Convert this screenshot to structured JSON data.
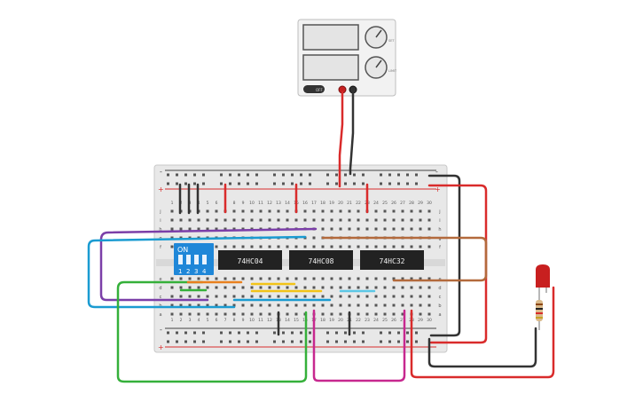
{
  "power_supply": {
    "name": "power-supply",
    "voltage_display": "",
    "current_display": "",
    "voltage_unit_label": "SET",
    "current_unit_label": "LIMIT",
    "power_button_label": "OFF"
  },
  "breadboard": {
    "columns": 30,
    "row_letters_top": [
      "j",
      "i",
      "h",
      "g",
      "f"
    ],
    "row_letters_bottom": [
      "e",
      "d",
      "c",
      "b",
      "a"
    ],
    "rail_plus_label": "+",
    "rail_minus_label": "-"
  },
  "dip_switch": {
    "on_label": "ON",
    "numbers": [
      "1",
      "2",
      "3",
      "4"
    ]
  },
  "chips": [
    {
      "id": "chip-1",
      "label": "74HC04"
    },
    {
      "id": "chip-2",
      "label": "74HC08"
    },
    {
      "id": "chip-3",
      "label": "74HC32"
    }
  ],
  "colors": {
    "board": "#e8e8e8",
    "chip": "#222222",
    "red_wire": "#d92b2b",
    "black_wire": "#333333",
    "purple_wire": "#7b3fa8",
    "blue_wire": "#1a9bd1",
    "green_wire": "#35b03a",
    "orange_wire": "#e8801e",
    "yellow_wire": "#f2c318",
    "brown_wire": "#b36a3c",
    "magenta_wire": "#c7288f",
    "lightblue_wire": "#5cc8e6",
    "dip_blue": "#1f87d8",
    "led_red": "#c81f1f"
  }
}
